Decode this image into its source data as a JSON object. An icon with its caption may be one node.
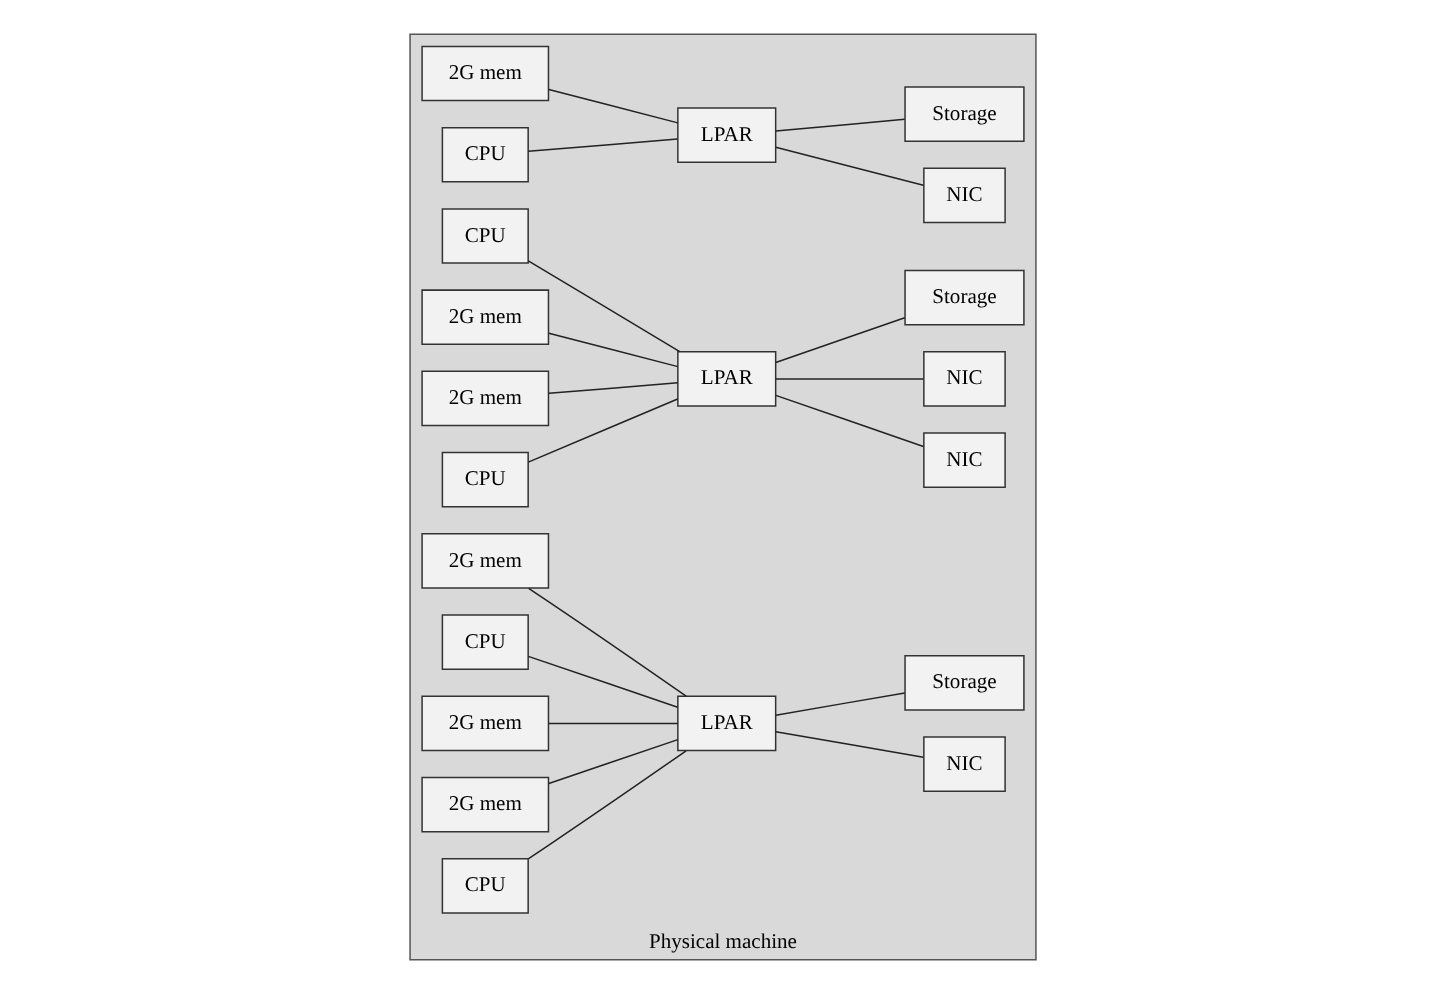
{
  "diagram": {
    "nodes": [
      {
        "text": [
          "Physical machine"
        ]
      },
      {
        "text": [
          "2G mem"
        ],
        "in": 0
      },
      {
        "text": [
          "LPAR"
        ],
        "in": 0
      },
      {
        "text": [
          "NIC"
        ],
        "in": 0
      },
      {
        "text": [
          "CPU"
        ],
        "in": 0
      },
      {
        "text": [
          "Storage"
        ],
        "in": 0
      },
      {
        "text": [
          "CPU"
        ],
        "in": 0
      },
      {
        "text": [
          "2G mem"
        ],
        "in": 0
      },
      {
        "text": [
          "LPAR"
        ],
        "in": 0
      },
      {
        "text": [
          "NIC"
        ],
        "in": 0
      },
      {
        "text": [
          "2G mem"
        ],
        "in": 0
      },
      {
        "text": [
          "NIC"
        ],
        "in": 0
      },
      {
        "text": [
          "CPU"
        ],
        "in": 0
      },
      {
        "text": [
          "Storage"
        ],
        "in": 0
      },
      {
        "text": [
          "2G mem"
        ],
        "in": 0
      },
      {
        "text": [
          "CPU"
        ],
        "in": 0
      },
      {
        "text": [
          "2G mem"
        ],
        "in": 0
      },
      {
        "text": [
          "LPAR"
        ],
        "in": 0
      },
      {
        "text": [
          "NIC"
        ],
        "in": 0
      },
      {
        "text": [
          "2G mem"
        ],
        "in": 0
      },
      {
        "text": [
          "CPU"
        ],
        "in": 0
      },
      {
        "text": [
          "Storage"
        ],
        "in": 0
      }
    ],
    "edges": [
      {
        "from": 1,
        "to": 2,
        "arrow": "none"
      },
      {
        "from": 4,
        "to": 2,
        "arrow": "none"
      },
      {
        "from": 2,
        "to": 3,
        "arrow": "none"
      },
      {
        "from": 2,
        "to": 5,
        "arrow": "none"
      },
      {
        "from": 6,
        "to": 8,
        "arrow": "none"
      },
      {
        "from": 7,
        "to": 8,
        "arrow": "none"
      },
      {
        "from": 10,
        "to": 8,
        "arrow": "none"
      },
      {
        "from": 12,
        "to": 8,
        "arrow": "none"
      },
      {
        "from": 8,
        "to": 9,
        "arrow": "none"
      },
      {
        "from": 8,
        "to": 11,
        "arrow": "none"
      },
      {
        "from": 8,
        "to": 13,
        "arrow": "none"
      },
      {
        "from": 14,
        "to": 17,
        "arrow": "none"
      },
      {
        "from": 15,
        "to": 17,
        "arrow": "none"
      },
      {
        "from": 16,
        "to": 17,
        "arrow": "none"
      },
      {
        "from": 19,
        "to": 17,
        "arrow": "none"
      },
      {
        "from": 20,
        "to": 17,
        "arrow": "none"
      },
      {
        "from": 17,
        "to": 18,
        "arrow": "none"
      },
      {
        "from": 17,
        "to": 21,
        "arrow": "none"
      }
    ]
  }
}
